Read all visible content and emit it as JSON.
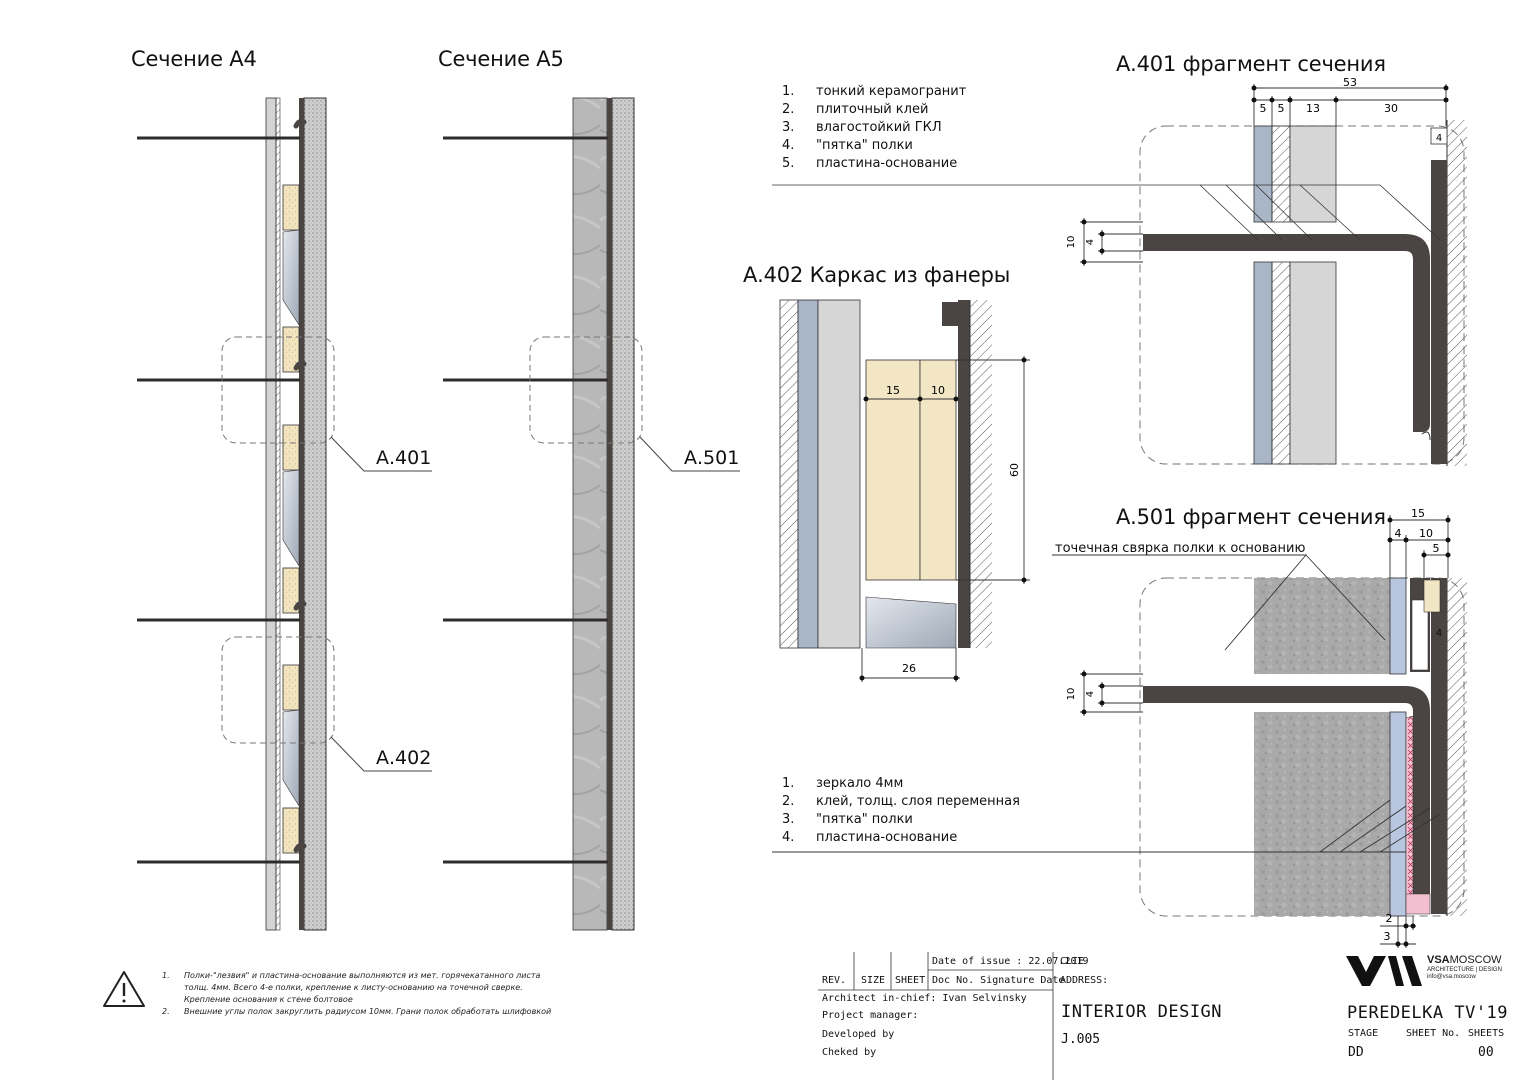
{
  "sections": {
    "a4_title": "Сечение А4",
    "a5_title": "Сечение А5",
    "callout_a401": "А.401",
    "callout_a402": "А.402",
    "callout_a501": "А.501"
  },
  "detail_a401": {
    "title": "А.401 фрагмент сечения",
    "legend": [
      {
        "num": "1.",
        "text": "тонкий керамогранит"
      },
      {
        "num": "2.",
        "text": "плиточный клей"
      },
      {
        "num": "3.",
        "text": "влагостойкий ГКЛ"
      },
      {
        "num": "4.",
        "text": "\"пятка\" полки"
      },
      {
        "num": "5.",
        "text": "пластина-основание"
      }
    ],
    "dims": {
      "total": "53",
      "d1": "5",
      "d2": "5",
      "d3": "13",
      "d4": "30",
      "heel": "4",
      "shelf_h": "10",
      "shelf_t": "4"
    }
  },
  "detail_a402": {
    "title": "А.402 Каркас из фанеры",
    "dims": {
      "w1": "15",
      "w2": "10",
      "height": "60",
      "depth": "26"
    }
  },
  "detail_a501": {
    "title": "А.501 фрагмент сечения",
    "weld_note": "точечная свярка полки к основанию",
    "legend": [
      {
        "num": "1.",
        "text": "зеркало 4мм"
      },
      {
        "num": "2.",
        "text": "клей, толщ. слоя переменная"
      },
      {
        "num": "3.",
        "text": "\"пятка\" полки"
      },
      {
        "num": "4.",
        "text": "пластина-основание"
      }
    ],
    "dims": {
      "total": "15",
      "d1": "4",
      "d2": "10",
      "d3": "5",
      "heel": "4",
      "shelf_h": "10",
      "shelf_t": "4",
      "bot1": "2",
      "bot2": "3"
    }
  },
  "notes": [
    {
      "num": "1.",
      "lines": [
        "Полки-\"лезвия\" и пластина-основание выполняются из мет. горячекатанного листа",
        "толщ. 4мм. Всего 4-е полки, крепление к листу-основанию на точечной сверке.",
        "Крепление основания к стене болтовое"
      ]
    },
    {
      "num": "2.",
      "lines": [
        "Внешние углы полок закруглить радиусом 10мм. Грани полок обработать шлифовкой"
      ]
    }
  ],
  "title_block": {
    "date_label": "Date of issue : 22.07.2019",
    "clie": "CLIE",
    "rev": "REV.",
    "size": "SIZE",
    "sheet": "SHEET",
    "doc_sig_date": "Doc No. Signature  Date",
    "address": "ADDRESS:",
    "architect": "Architect in-chief: Ivan Selvinsky",
    "pm": "Project manager:",
    "developed": "Developed by",
    "checked": "Cheked by",
    "design": "INTERIOR DESIGN",
    "code": "J.005",
    "logo_mark": "VSA",
    "brand_bold": "VSA",
    "brand_rest": "MOSCOW",
    "brand_sub": "ARCHITECTURE | DESIGN",
    "brand_mail": "info@vsa.moscow",
    "project": "PEREDELKA TV'19",
    "stage_label": "STAGE",
    "sheet_no_label": "SHEET No.",
    "sheets_label": "SHEETS",
    "stage_val": "DD",
    "sheets_val": "00"
  },
  "colors": {
    "steel": "#4a4443",
    "plywood": "#f3e6c4",
    "gkl": "#d6d6d6",
    "stone": "#a7a7a7",
    "tile_blue": "#a9b6c8",
    "mirror_blue": "#b9c6e0",
    "glue_pink": "#f3bfd0",
    "wall_hatch": "#555555"
  }
}
